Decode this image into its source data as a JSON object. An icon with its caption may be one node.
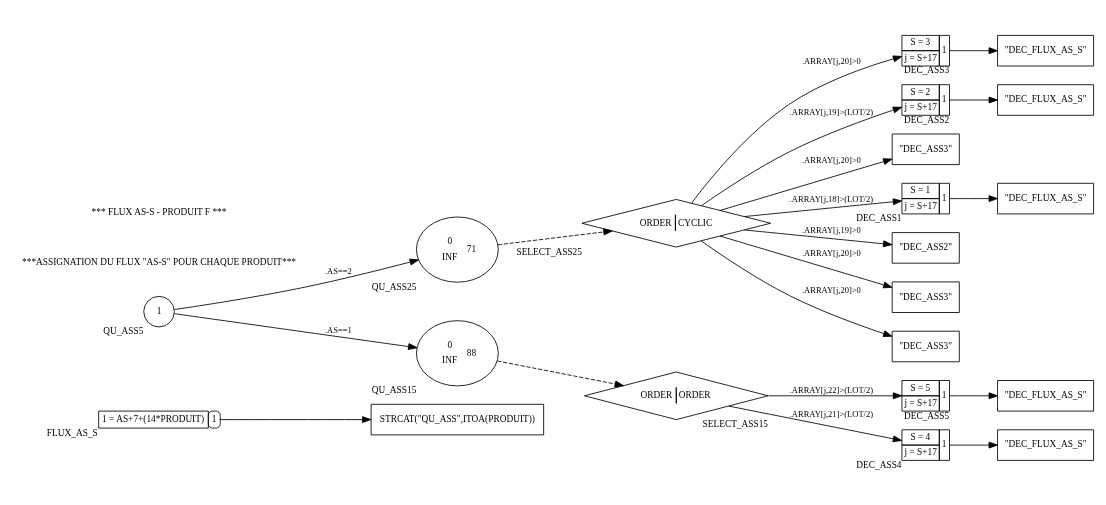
{
  "diagram": {
    "nodes": [
      {
        "text": [
          "1 = AS+7+(14*PRODUIT)",
          "1"
        ],
        "beside": [
          "FLUX_AS_S"
        ]
      },
      {
        "text": [
          "STRCAT(\"QU_ASS\",ITOA(PRODUIT))"
        ]
      },
      {
        "text": [
          "1"
        ],
        "beside": [
          "QU_ASS5"
        ]
      },
      {
        "text": [
          "0",
          "INF",
          "71"
        ],
        "beside": [
          "QU_ASS25"
        ]
      },
      {
        "text": [
          "ORDER",
          "CYCLIC"
        ],
        "beside": [
          "SELECT_ASS25"
        ]
      },
      {
        "text": [
          "S = 3",
          "j = S+17",
          "1"
        ],
        "beside": [
          "DEC_ASS3"
        ]
      },
      {
        "text": [
          "\"DEC_FLUX_AS_S\""
        ]
      },
      {
        "text": [
          "S = 2",
          "j = S+17",
          "1"
        ],
        "beside": [
          "DEC_ASS2"
        ]
      },
      {
        "text": [
          "\"DEC_FLUX_AS_S\""
        ]
      },
      {
        "text": [
          "\"DEC_ASS3\""
        ]
      },
      {
        "text": [
          "S = 1",
          "j = S+17",
          "1"
        ],
        "beside": [
          "DEC_ASS1"
        ]
      },
      {
        "text": [
          "\"DEC_FLUX_AS_S\""
        ]
      },
      {
        "text": [
          "\"DEC_ASS2\""
        ]
      },
      {
        "text": [
          "\"DEC_ASS3\""
        ]
      },
      {
        "text": [
          "\"DEC_ASS3\""
        ]
      },
      {
        "text": [
          "0",
          "INF",
          "88"
        ],
        "beside": [
          "QU_ASS15"
        ]
      },
      {
        "text": [
          "ORDER",
          "ORDER"
        ],
        "beside": [
          "SELECT_ASS15"
        ]
      },
      {
        "text": [
          "S = 5",
          "j = S+17",
          "1"
        ],
        "beside": [
          "DEC_ASS5"
        ]
      },
      {
        "text": [
          "\"DEC_FLUX_AS_S\""
        ]
      },
      {
        "text": [
          "S = 4",
          "j = S+17",
          "1"
        ],
        "beside": [
          "DEC_ASS4"
        ]
      },
      {
        "text": [
          "\"DEC_FLUX_AS_S\""
        ]
      }
    ],
    "edges": [
      {
        "from": 0,
        "to": 1,
        "arrow": "to"
      },
      {
        "from": 2,
        "to": 3,
        "arrow": "to",
        "label": ".AS==2"
      },
      {
        "from": 3,
        "to": 4,
        "arrow": "to",
        "style": "dashed"
      },
      {
        "from": 4,
        "to": 5,
        "arrow": "to",
        "label": ".ARRAY[j,20]>0"
      },
      {
        "from": 5,
        "to": 6,
        "arrow": "to"
      },
      {
        "from": 4,
        "to": 7,
        "arrow": "to",
        "label": ".ARRAY[j,19]>(LOT/2)"
      },
      {
        "from": 7,
        "to": 8,
        "arrow": "to"
      },
      {
        "from": 4,
        "to": 9,
        "arrow": "to",
        "label": ".ARRAY[j,20]>0"
      },
      {
        "from": 4,
        "to": 10,
        "arrow": "to",
        "label": ".ARRAY[j,18]>(LOT/2)"
      },
      {
        "from": 10,
        "to": 11,
        "arrow": "to"
      },
      {
        "from": 4,
        "to": 12,
        "arrow": "to",
        "label": ".ARRAY[j,19]>0"
      },
      {
        "from": 4,
        "to": 13,
        "arrow": "to",
        "label": ".ARRAY[j,20]>0"
      },
      {
        "from": 4,
        "to": 14,
        "arrow": "to",
        "label": ".ARRAY[j,20]>0"
      },
      {
        "from": 2,
        "to": 15,
        "arrow": "to",
        "label": ".AS==1"
      },
      {
        "from": 15,
        "to": 16,
        "arrow": "to",
        "style": "dashed"
      },
      {
        "from": 16,
        "to": 17,
        "arrow": "to",
        "label": ".ARRAY[j,22]>(LOT/2)"
      },
      {
        "from": 17,
        "to": 18,
        "arrow": "to"
      },
      {
        "from": 16,
        "to": 19,
        "arrow": "to",
        "label": ".ARRAY[j,21]>(LOT/2)"
      },
      {
        "from": 19,
        "to": 20,
        "arrow": "to"
      }
    ],
    "labels": [
      "***ASSIGNATION DU FLUX \"AS-S\" POUR CHAQUE PRODUIT***",
      "*** FLUX AS-S - PRODUIT F ***"
    ]
  }
}
